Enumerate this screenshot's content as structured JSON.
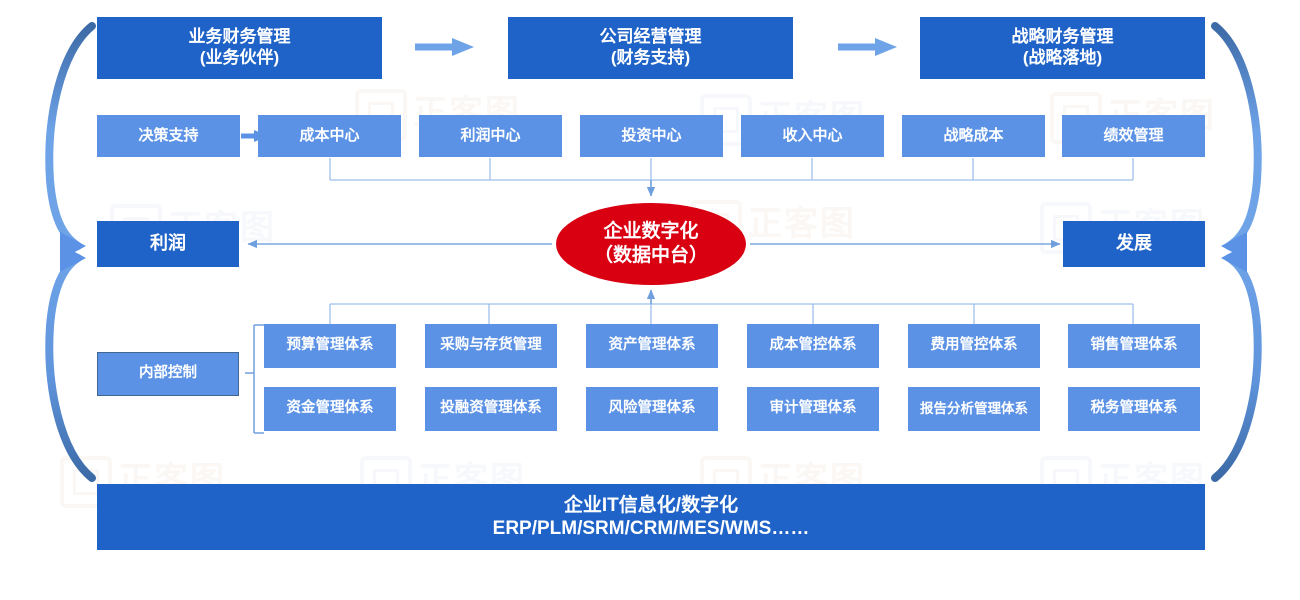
{
  "diagram": {
    "title_semantics": "enterprise-finance-management-architecture",
    "colors": {
      "deep_blue": "#1f63c8",
      "light_blue": "#5b92e5",
      "red": "#d90012",
      "connector_blue": "#7aa7e0",
      "arrow_blue": "#5b92e5",
      "background": "#ffffff"
    },
    "top_row": [
      {
        "label": "业务财务管理\n(业务伙伴)"
      },
      {
        "label": "公司经营管理\n(财务支持)"
      },
      {
        "label": "战略财务管理\n(战略落地)"
      }
    ],
    "top_arrows": [
      "arrow-right-1",
      "arrow-right-2"
    ],
    "second_row": [
      {
        "label": "决策支持"
      },
      {
        "label": "成本中心"
      },
      {
        "label": "利润中心"
      },
      {
        "label": "投资中心"
      },
      {
        "label": "收入中心"
      },
      {
        "label": "战略成本"
      },
      {
        "label": "绩效管理"
      }
    ],
    "center_node": {
      "label": "企业数字化\n（数据中台）"
    },
    "left_outcome": {
      "label": "利润"
    },
    "right_outcome": {
      "label": "发展"
    },
    "internal_control": {
      "label": "内部控制"
    },
    "systems_grid": {
      "row1": [
        {
          "label": "预算管理体系"
        },
        {
          "label": "采购与存货管理"
        },
        {
          "label": "资产管理体系"
        },
        {
          "label": "成本管控体系"
        },
        {
          "label": "费用管控体系"
        },
        {
          "label": "销售管理体系"
        }
      ],
      "row2": [
        {
          "label": "资金管理体系"
        },
        {
          "label": "投融资管理体系"
        },
        {
          "label": "风险管理体系"
        },
        {
          "label": "审计管理体系"
        },
        {
          "label": "报告分析管理体系"
        },
        {
          "label": "税务管理体系"
        }
      ]
    },
    "bottom_banner": {
      "label": "企业IT信息化/数字化\nERP/PLM/SRM/CRM/MES/WMS……"
    },
    "side_brackets": {
      "left": "curved-bracket-left",
      "right": "curved-bracket-right"
    },
    "watermarks": [
      "正 ... 图",
      "正 ... 图",
      "正 ... 图"
    ]
  }
}
